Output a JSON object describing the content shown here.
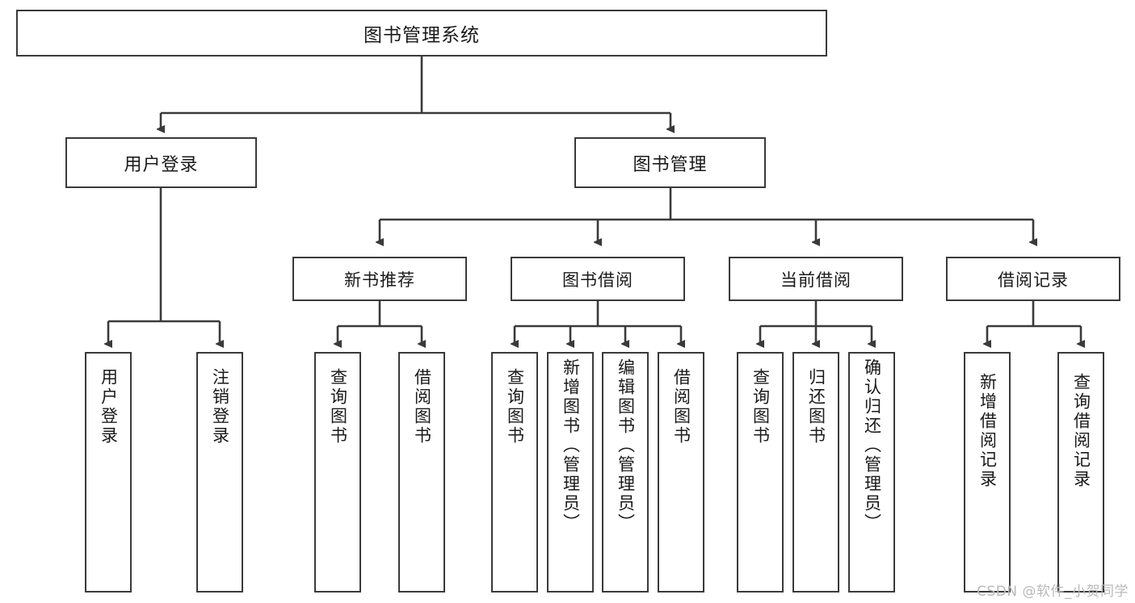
{
  "diagram": {
    "title": "图书管理系统",
    "type": "hierarchy-tree",
    "nodes": {
      "root": {
        "label": "图书管理系统"
      },
      "level2": [
        {
          "id": "user-login",
          "label": "用户登录"
        },
        {
          "id": "book-manage",
          "label": "图书管理"
        }
      ],
      "level3": [
        {
          "id": "new-book-recommend",
          "label": "新书推荐"
        },
        {
          "id": "book-borrow",
          "label": "图书借阅"
        },
        {
          "id": "current-borrow",
          "label": "当前借阅"
        },
        {
          "id": "borrow-record",
          "label": "借阅记录"
        }
      ],
      "leaves": [
        {
          "id": "leaf-user-login",
          "label": "用户登录",
          "parent": "user-login"
        },
        {
          "id": "leaf-user-logout",
          "label": "注销登录",
          "parent": "user-login"
        },
        {
          "id": "leaf-query-book-1",
          "label": "查询图书",
          "parent": "new-book-recommend"
        },
        {
          "id": "leaf-borrow-book-1",
          "label": "借阅图书",
          "parent": "new-book-recommend"
        },
        {
          "id": "leaf-query-book-2",
          "label": "查询图书",
          "parent": "book-borrow"
        },
        {
          "id": "leaf-add-book",
          "label": "新增图书（管理员）",
          "parent": "book-borrow"
        },
        {
          "id": "leaf-edit-book",
          "label": "编辑图书（管理员）",
          "parent": "book-borrow"
        },
        {
          "id": "leaf-borrow-book-2",
          "label": "借阅图书",
          "parent": "book-borrow"
        },
        {
          "id": "leaf-query-book-3",
          "label": "查询图书",
          "parent": "current-borrow"
        },
        {
          "id": "leaf-return-book",
          "label": "归还图书",
          "parent": "current-borrow"
        },
        {
          "id": "leaf-confirm-return",
          "label": "确认归还（管理员）",
          "parent": "current-borrow"
        },
        {
          "id": "leaf-add-record",
          "label": "新增借阅记录",
          "parent": "borrow-record"
        },
        {
          "id": "leaf-query-record",
          "label": "查询借阅记录",
          "parent": "borrow-record"
        }
      ]
    },
    "colors": {
      "stroke": "#3a3a3a",
      "text": "#1a1a1a",
      "background": "#ffffff",
      "watermark": "#b9b9b9"
    }
  },
  "watermark": {
    "text": "CSDN @软件_小贺同学"
  }
}
